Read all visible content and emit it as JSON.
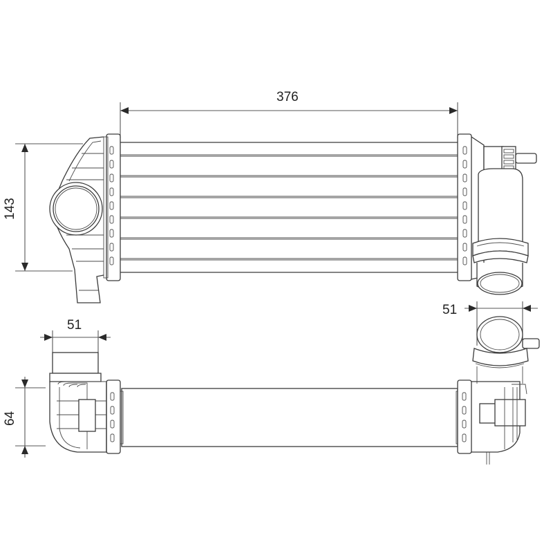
{
  "drawing": {
    "subject": "intercooler-technical-drawing",
    "views": [
      "front-view",
      "top-view"
    ],
    "line_color": "#3a3a3a",
    "background": "#ffffff"
  },
  "dimensions": {
    "width": {
      "label": "376",
      "orientation": "horizontal"
    },
    "height": {
      "label": "143",
      "orientation": "vertical"
    },
    "inlet_diameter": {
      "label": "51",
      "orientation": "horizontal"
    },
    "outlet_diameter": {
      "label": "51",
      "orientation": "horizontal"
    },
    "depth": {
      "label": "64",
      "orientation": "vertical"
    }
  }
}
